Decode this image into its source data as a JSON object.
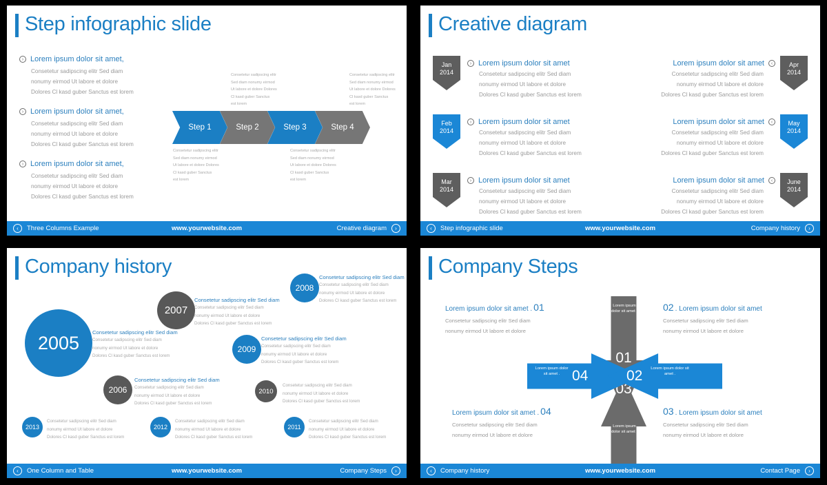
{
  "theme": {
    "accent_blue": "#1b7fc4",
    "footer_blue": "#1b87d6",
    "gray": "#767676",
    "dark_gray": "#585858",
    "body_gray": "#9a9a9a",
    "background": "#000000",
    "slide_background": "#ffffff"
  },
  "common": {
    "website": "www.yourwebsite.com",
    "prev_icon": "chevron-left-icon",
    "next_icon": "chevron-right-icon",
    "bullet_icon": "chevron-right-circle-icon",
    "body_l1": "Consetetur sadipscing elitr Sed diam",
    "body_l2": "nonumy eirmod  Ut labore et dolore",
    "body_l3": "Dolores Cl kasd guber Sanctus est lorem",
    "heading_short": "Lorem ipsum dolor sit amet",
    "heading_comma": "Lorem ipsum dolor sit amet,"
  },
  "slides": [
    {
      "id": "step-infographic-slide",
      "title": "Step infographic slide",
      "footer": {
        "prev": "Three Columns Example",
        "center": "www.yourwebsite.com",
        "next": "Creative diagram"
      },
      "bullets": [
        {
          "heading": "Lorem ipsum dolor sit amet,",
          "lines": [
            "Consetetur sadipscing elitr Sed diam",
            "nonumy eirmod  Ut labore et dolore",
            "Dolores Cl kasd guber Sanctus est lorem"
          ]
        },
        {
          "heading": "Lorem ipsum dolor sit amet,",
          "lines": [
            "Consetetur sadipscing elitr Sed diam",
            "nonumy eirmod  Ut labore et dolore",
            "Dolores Cl kasd guber Sanctus est lorem"
          ]
        },
        {
          "heading": "Lorem ipsum dolor sit amet,",
          "lines": [
            "Consetetur sadipscing elitr Sed diam",
            "nonumy eirmod  Ut labore et dolore",
            "Dolores Cl kasd guber Sanctus est lorem"
          ]
        }
      ],
      "steps": [
        {
          "label": "Step 1",
          "color": "blue"
        },
        {
          "label": "Step 2",
          "color": "gray"
        },
        {
          "label": "Step 3",
          "color": "blue"
        },
        {
          "label": "Step 4",
          "color": "gray"
        }
      ],
      "captions": [
        {
          "position": "below-step-1",
          "lines": [
            "Consetetur sadipscing elitr",
            " Sed diam nonumy eirmod",
            "Ut labore et dolore Dolores",
            "Cl kasd guber Sanctus",
            "est lorem"
          ]
        },
        {
          "position": "above-step-2",
          "lines": [
            "Consetetur sadipscing elitr",
            " Sed diam nonumy eirmod",
            "Ut labore et dolore Dolores",
            "Cl kasd guber Sanctus",
            "est lorem"
          ]
        },
        {
          "position": "below-step-3",
          "lines": [
            "Consetetur sadipscing elitr",
            " Sed diam nonumy eirmod",
            "Ut labore et dolore Dolores",
            "Cl kasd guber Sanctus",
            "est lorem"
          ]
        },
        {
          "position": "above-step-4",
          "lines": [
            "Consetetur sadipscing elitr",
            " Sed diam nonumy eirmod",
            "Ut labore et dolore Dolores",
            "Cl kasd guber Sanctus",
            "est lorem"
          ]
        }
      ]
    },
    {
      "id": "creative-diagram",
      "title": "Creative diagram",
      "footer": {
        "prev": "Step infographic slide",
        "center": "www.yourwebsite.com",
        "next": "Company history"
      },
      "items_left": [
        {
          "month": "Jan",
          "year": "2014",
          "color": "gray",
          "heading": "Lorem ipsum dolor sit amet",
          "lines": [
            "Consetetur sadipscing elitr Sed diam",
            "nonumy eirmod  Ut labore et dolore",
            "Dolores Cl kasd guber Sanctus est lorem"
          ]
        },
        {
          "month": "Feb",
          "year": "2014",
          "color": "blue",
          "heading": "Lorem ipsum dolor sit amet",
          "lines": [
            "Consetetur sadipscing elitr Sed diam",
            "nonumy eirmod  Ut labore et dolore",
            "Dolores Cl kasd guber Sanctus est lorem"
          ]
        },
        {
          "month": "Mar",
          "year": "2014",
          "color": "gray",
          "heading": "Lorem ipsum dolor sit amet",
          "lines": [
            "Consetetur sadipscing elitr Sed diam",
            "nonumy eirmod  Ut labore et dolore",
            "Dolores Cl kasd guber Sanctus est lorem"
          ]
        }
      ],
      "items_right": [
        {
          "month": "Apr",
          "year": "2014",
          "color": "gray",
          "heading": "Lorem ipsum dolor sit amet",
          "lines": [
            "Consetetur sadipscing elitr Sed diam",
            "nonumy eirmod  Ut labore et dolore",
            "Dolores Cl kasd guber Sanctus est lorem"
          ]
        },
        {
          "month": "May",
          "year": "2014",
          "color": "blue",
          "heading": "Lorem ipsum dolor sit amet",
          "lines": [
            "Consetetur sadipscing elitr Sed diam",
            "nonumy eirmod  Ut labore et dolore",
            "Dolores Cl kasd guber Sanctus est lorem"
          ]
        },
        {
          "month": "June",
          "year": "2014",
          "color": "gray",
          "heading": "Lorem ipsum dolor sit amet",
          "lines": [
            "Consetetur sadipscing elitr Sed diam",
            "nonumy eirmod  Ut labore et dolore",
            "Dolores Cl kasd guber Sanctus est lorem"
          ]
        }
      ]
    },
    {
      "id": "company-history",
      "title": "Company history",
      "footer": {
        "prev": "One Column and Table",
        "center": "www.yourwebsite.com",
        "next": "Company Steps"
      },
      "milestones": [
        {
          "year": "2005",
          "color": "blue",
          "size": 98,
          "heading": "Consetetur sadipscing elitr Sed diam",
          "lines": [
            "Consetetur sadipscing elitr Sed diam",
            "nonumy eirmod  Ut labore et dolore",
            "Dolores Cl kasd guber Sanctus est lorem"
          ]
        },
        {
          "year": "2007",
          "color": "gray",
          "size": 55,
          "heading": "Consetetur sadipscing elitr Sed diam",
          "lines": [
            "Consetetur sadipscing elitr Sed diam",
            "nonumy eirmod  Ut labore et dolore",
            "Dolores Cl kasd guber Sanctus est lorem"
          ]
        },
        {
          "year": "2008",
          "color": "blue",
          "size": 42,
          "heading": "Consetetur sadipscing elitr Sed diam",
          "lines": [
            "Consetetur sadipscing elitr Sed diam",
            "nonumy eirmod  Ut labore et dolore",
            "Dolores Cl kasd guber Sanctus est lorem"
          ]
        },
        {
          "year": "2009",
          "color": "blue",
          "size": 42,
          "heading": "Consetetur sadipscing elitr Sed diam",
          "lines": [
            "Consetetur sadipscing elitr Sed diam",
            "nonumy eirmod  Ut labore et dolore",
            "Dolores Cl kasd guber Sanctus est lorem"
          ]
        },
        {
          "year": "2006",
          "color": "gray",
          "size": 42,
          "heading": "Consetetur sadipscing elitr Sed diam",
          "lines": [
            "Consetetur sadipscing elitr Sed diam",
            "nonumy eirmod  Ut labore et dolore",
            "Dolores Cl kasd guber Sanctus est lorem"
          ]
        },
        {
          "year": "2010",
          "color": "gray",
          "size": 32,
          "heading": "",
          "lines": [
            "Consetetur sadipscing elitr Sed diam",
            "nonumy eirmod  Ut labore et dolore",
            "Dolores Cl kasd guber Sanctus est lorem"
          ]
        },
        {
          "year": "2013",
          "color": "blue",
          "size": 30,
          "heading": "",
          "lines": [
            "Consetetur sadipscing elitr Sed diam",
            "nonumy eirmod  Ut labore et dolore",
            "Dolores Cl kasd guber Sanctus est lorem"
          ]
        },
        {
          "year": "2012",
          "color": "blue",
          "size": 30,
          "heading": "",
          "lines": [
            "Consetetur sadipscing elitr Sed diam",
            "nonumy eirmod  Ut labore et dolore",
            "Dolores Cl kasd guber Sanctus est lorem"
          ]
        },
        {
          "year": "2011",
          "color": "blue",
          "size": 30,
          "heading": "",
          "lines": [
            "Consetetur sadipscing elitr Sed diam",
            "nonumy eirmod  Ut labore et dolore",
            "Dolores Cl kasd guber Sanctus est lorem"
          ]
        }
      ]
    },
    {
      "id": "company-steps",
      "title": "Company Steps",
      "footer": {
        "prev": "Company history",
        "center": "www.yourwebsite.com",
        "next": "Contact Page"
      },
      "arrows": [
        {
          "num": "01",
          "direction": "down",
          "color": "gray",
          "tail_text": "Lorem ipsum dolor sit amet ."
        },
        {
          "num": "02",
          "direction": "left",
          "color": "blue",
          "tail_text": "Lorem ipsum dolor sit amet ."
        },
        {
          "num": "03",
          "direction": "up",
          "color": "gray",
          "tail_text": "Lorem ipsum dolor sit amet ."
        },
        {
          "num": "04",
          "direction": "right",
          "color": "blue",
          "tail_text": "Lorem ipsum dolor sit amet ."
        }
      ],
      "texts": [
        {
          "pos": "top-left",
          "heading": "Lorem ipsum dolor sit amet .",
          "num": "01",
          "num_side": "after",
          "lines": [
            "Consetetur sadipscing elitr Sed diam",
            "nonumy eirmod  Ut labore et dolore"
          ]
        },
        {
          "pos": "top-right",
          "heading": ". Lorem ipsum dolor sit amet",
          "num": "02",
          "num_side": "before",
          "lines": [
            "Consetetur sadipscing elitr Sed diam",
            "nonumy eirmod  Ut labore et dolore"
          ]
        },
        {
          "pos": "bottom-left",
          "heading": "Lorem ipsum dolor sit amet .",
          "num": "04",
          "num_side": "after",
          "lines": [
            "Consetetur sadipscing elitr Sed diam",
            "nonumy eirmod  Ut labore et dolore"
          ]
        },
        {
          "pos": "bottom-right",
          "heading": ". Lorem ipsum dolor sit amet",
          "num": "03",
          "num_side": "before",
          "lines": [
            "Consetetur sadipscing elitr Sed diam",
            "nonumy eirmod  Ut labore et dolore"
          ]
        }
      ]
    }
  ]
}
